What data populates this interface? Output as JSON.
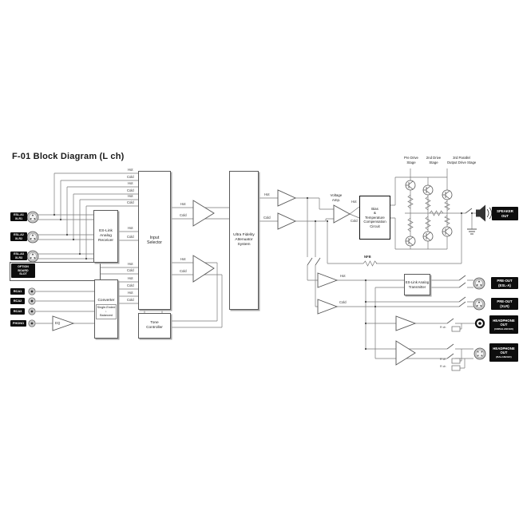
{
  "title": "F-01 Block Diagram (L ch)",
  "labels": {
    "hot": "Hot",
    "cold": "Cold",
    "nfb": "NFB",
    "rch": "R ch",
    "eq": "EQ"
  },
  "inputs": {
    "xlr1": {
      "l1": "ESL-A1",
      "l2": "XLR1"
    },
    "xlr2": {
      "l1": "ESL-A2",
      "l2": "XLR2"
    },
    "xlr3": {
      "l1": "ESL-A3",
      "l2": "XLR3"
    },
    "option": {
      "l1": "OPTION",
      "l2": "BOARD",
      "l3": "SLOT"
    },
    "rca1": "RCA1",
    "rca2": "RCA2",
    "rca3": "RCA3",
    "phono": "PHONO"
  },
  "blocks": {
    "receiver": {
      "l1": "ES-Link",
      "l2": "Analog",
      "l3": "Receiver"
    },
    "selector": {
      "l1": "Input",
      "l2": "Selector"
    },
    "converter": {
      "title": "Converter",
      "s1": "Single-Ended",
      "s2": "↓",
      "s3": "Balanced"
    },
    "tone": {
      "l1": "Tone",
      "l2": "Controller"
    },
    "attenuator": {
      "l1": "Ultra Fidelity",
      "l2": "Attenuator",
      "l3": "System"
    },
    "voltage_amp": {
      "l1": "Voltage",
      "l2": "Amp."
    },
    "bias": {
      "l1": "Bias",
      "l2": "&",
      "l3": "Temperature",
      "l4": "Compensation",
      "l5": "Circuit"
    },
    "transmitter": {
      "l1": "ES-Link Analog",
      "l2": "Transmitter"
    }
  },
  "stages": {
    "pre": {
      "l1": "Pre Drive",
      "l2": "Stage"
    },
    "second": {
      "l1": "2nd Drive",
      "l2": "Stage"
    },
    "third": {
      "l1": "3rd Parallel",
      "l2": "Output Drive Stage"
    }
  },
  "outputs": {
    "speaker": {
      "l1": "SPEAKER",
      "l2": "OUT"
    },
    "preout_esl": {
      "l1": "PRE-OUT",
      "l2": "(ESL-A)"
    },
    "preout_xlr": {
      "l1": "PRE-OUT",
      "l2": "(XLR)"
    },
    "hp_unbal": {
      "l1": "HEADPHONE",
      "l2": "OUT",
      "l3": "(UNBALANCED)"
    },
    "hp_bal": {
      "l1": "HEADPHONE",
      "l2": "OUT",
      "l3": "(BALANCED)"
    }
  }
}
